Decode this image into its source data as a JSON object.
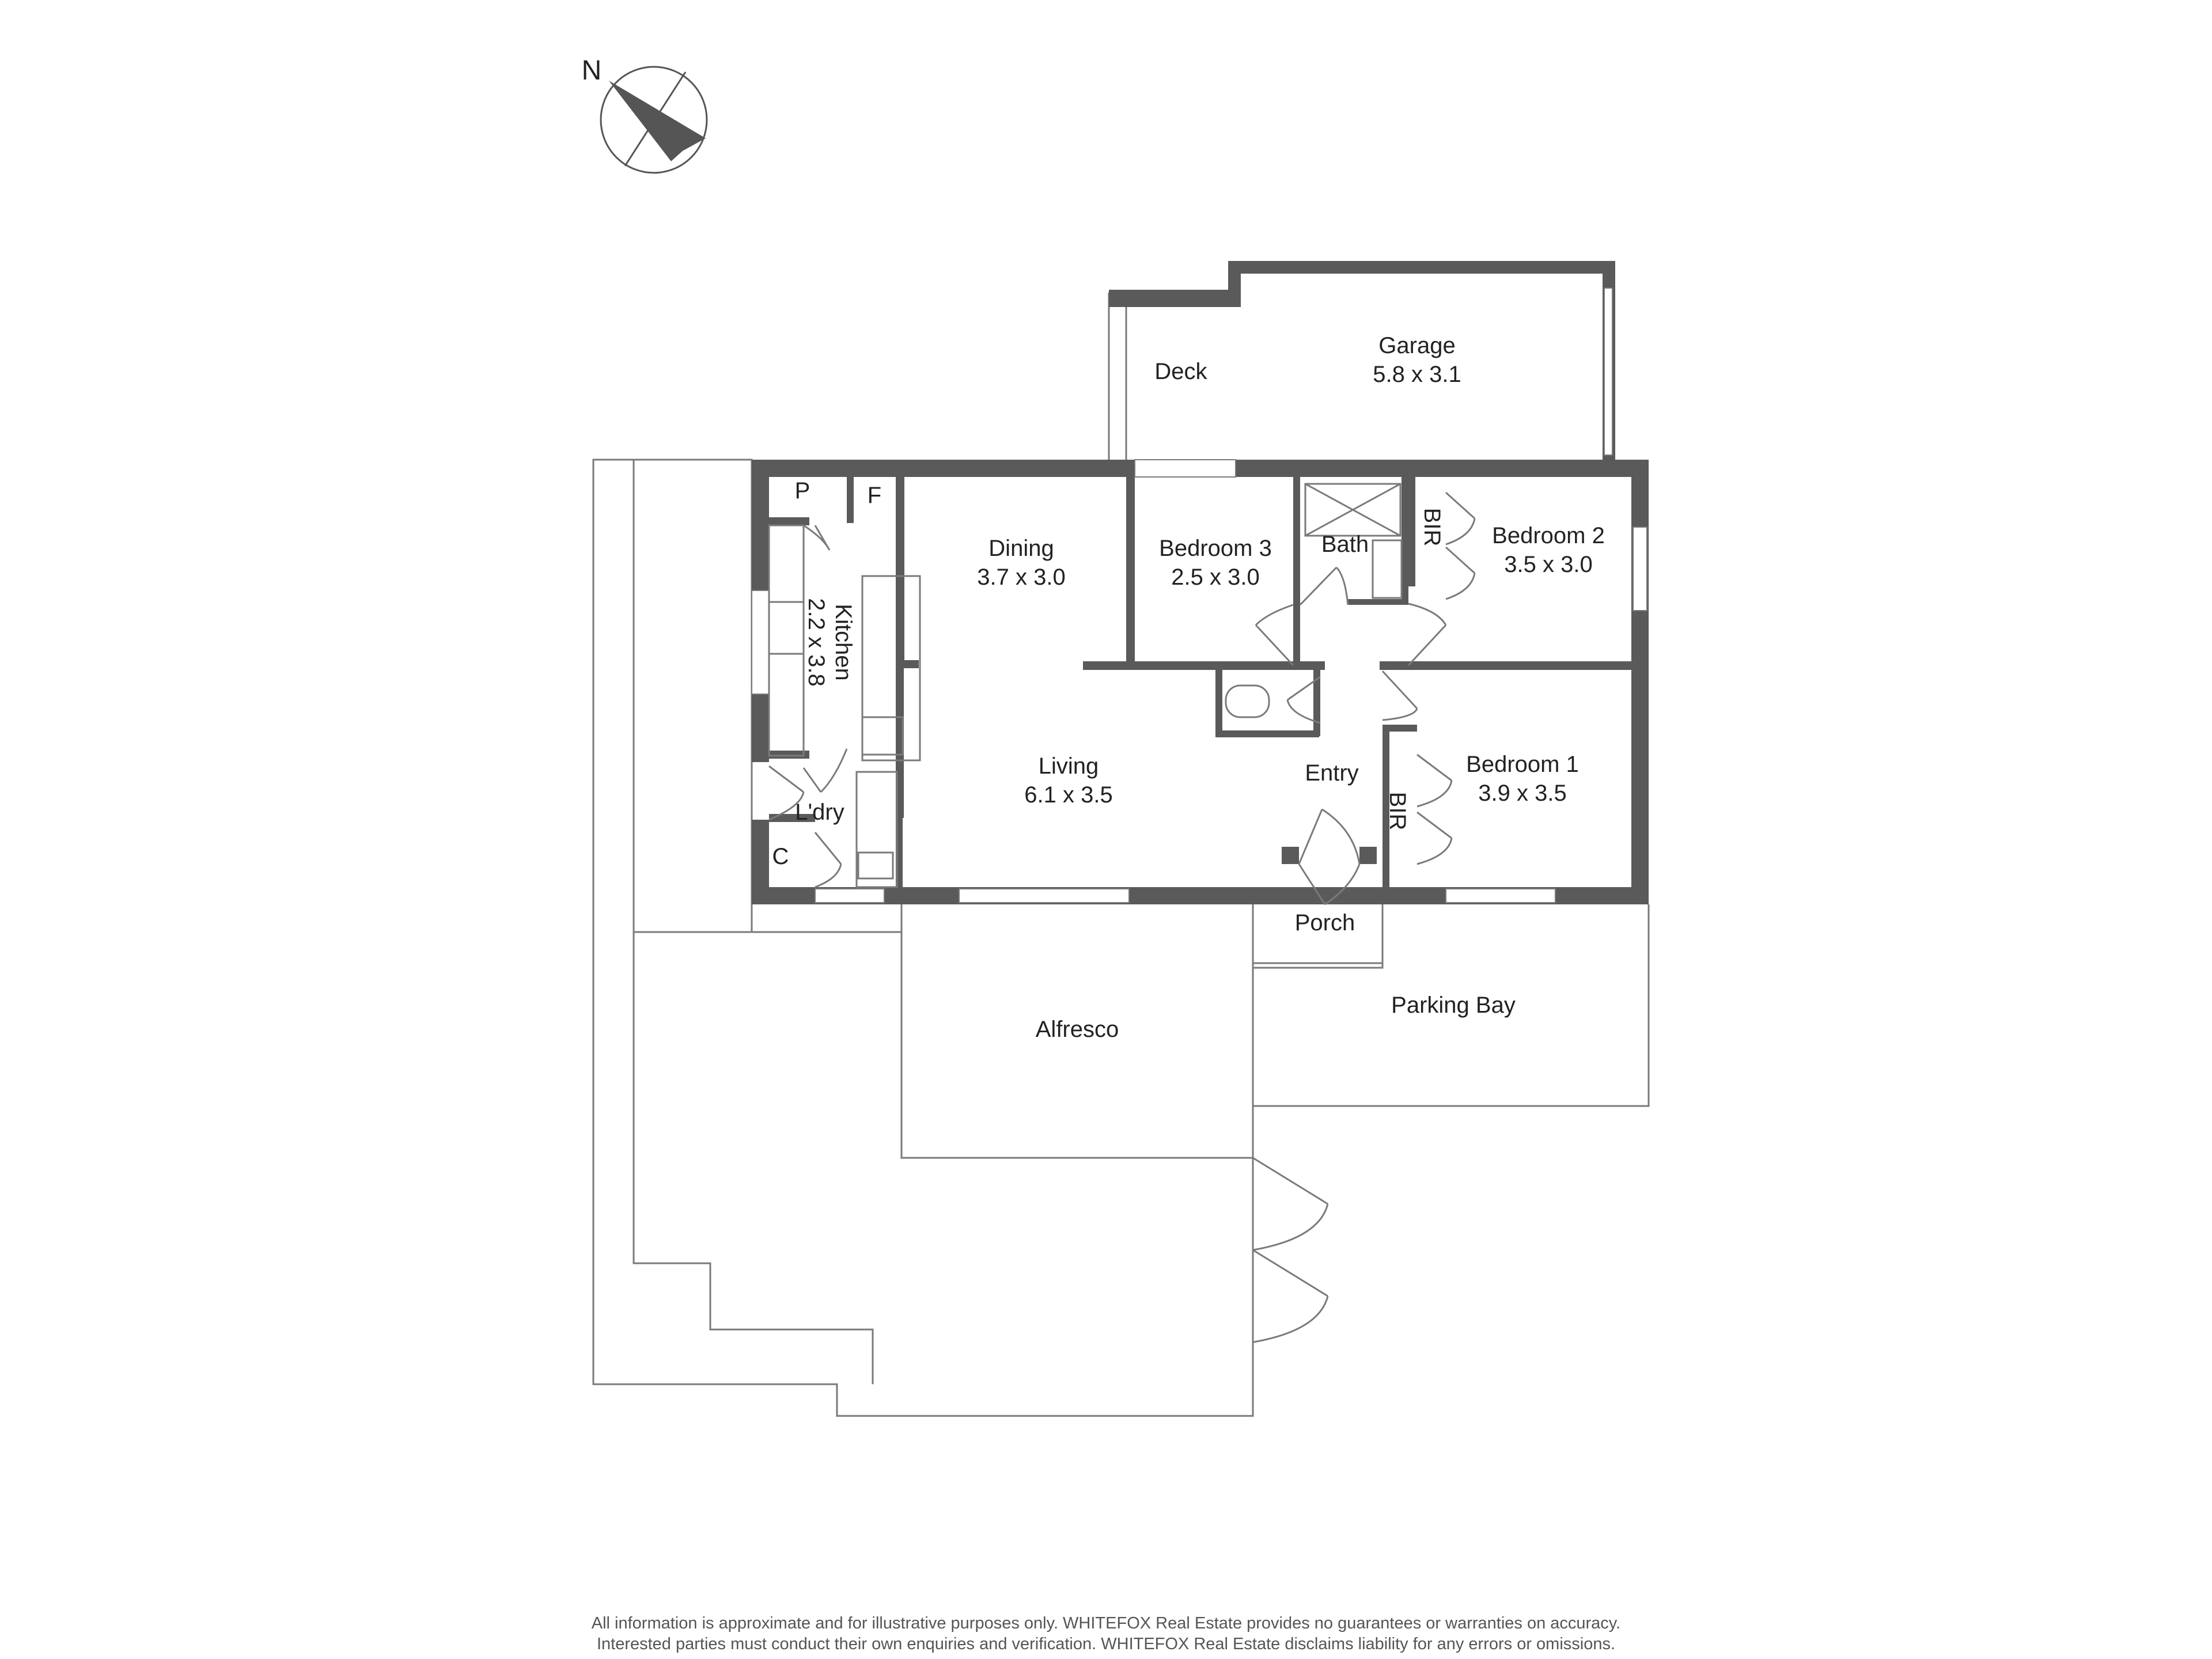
{
  "compass": {
    "label": "N",
    "icon": "north-arrow-icon"
  },
  "colors": {
    "wall": "#5a5a5a",
    "outline": "#7a7a7a",
    "text": "#222222",
    "background": "#ffffff"
  },
  "rooms": {
    "garage": {
      "name": "Garage",
      "dims": "5.8 x 3.1"
    },
    "deck": {
      "name": "Deck"
    },
    "pantry": {
      "name": "P"
    },
    "fridge": {
      "name": "F"
    },
    "kitchen": {
      "name": "Kitchen",
      "dims": "2.2 x 3.8"
    },
    "dining": {
      "name": "Dining",
      "dims": "3.7 x 3.0"
    },
    "bedroom3": {
      "name": "Bedroom 3",
      "dims": "2.5 x 3.0"
    },
    "bath": {
      "name": "Bath"
    },
    "bir_top": {
      "name": "BIR"
    },
    "bedroom2": {
      "name": "Bedroom 2",
      "dims": "3.5 x 3.0"
    },
    "living": {
      "name": "Living",
      "dims": "6.1 x 3.5"
    },
    "entry": {
      "name": "Entry"
    },
    "bir_bottom": {
      "name": "BIR"
    },
    "bedroom1": {
      "name": "Bedroom 1",
      "dims": "3.9 x 3.5"
    },
    "laundry": {
      "name": "L'dry"
    },
    "cupboard": {
      "name": "C"
    },
    "porch": {
      "name": "Porch"
    },
    "alfresco": {
      "name": "Alfresco"
    },
    "parking": {
      "name": "Parking Bay"
    }
  },
  "disclaimer": {
    "line1": "All information is approximate and for illustrative purposes only. WHITEFOX Real Estate provides no guarantees or warranties on accuracy.",
    "line2": "Interested parties must conduct their own enquiries and verification. WHITEFOX Real Estate disclaims liability for any errors or omissions."
  }
}
